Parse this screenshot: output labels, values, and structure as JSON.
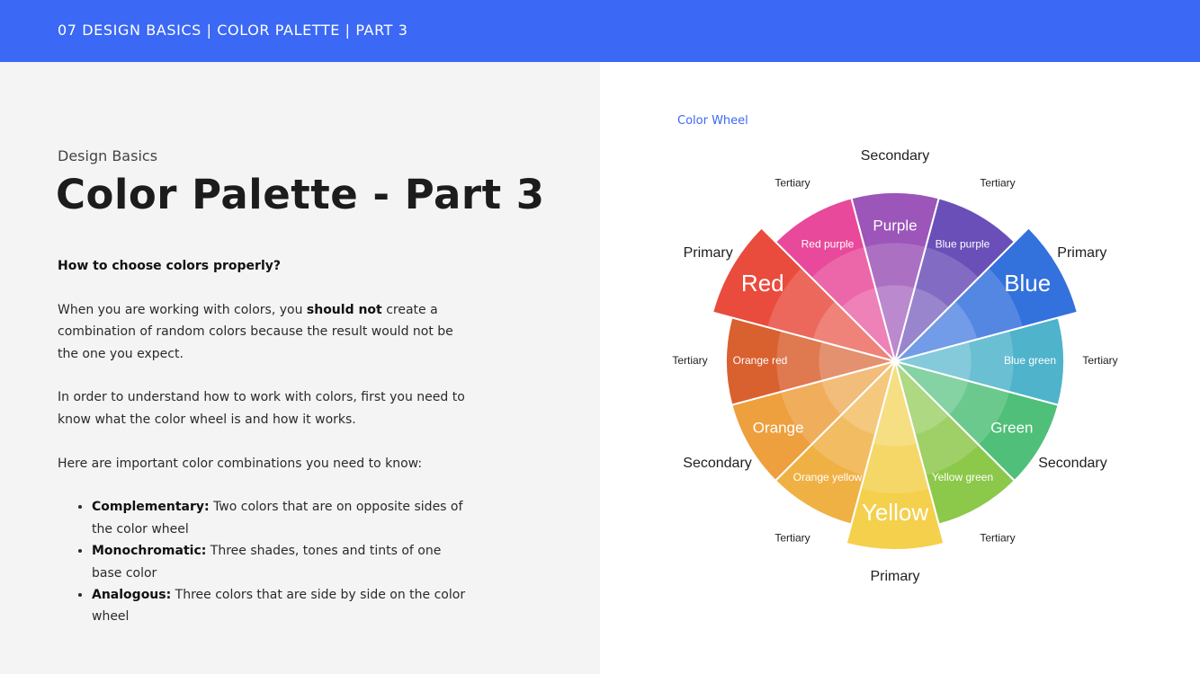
{
  "header": {
    "title": "07 DESIGN BASICS | COLOR PALETTE | PART 3"
  },
  "left": {
    "eyebrow": "Design Basics",
    "title": "Color Palette - Part 3",
    "question": "How to choose colors properly?",
    "p1": {
      "before": "When you are working with colors, you ",
      "bold": "should not",
      "after": " create a combination of random colors because the result would not be the one you expect."
    },
    "p2": "In order to understand how to work with colors, first you need to know what the color wheel is and how it works.",
    "p3": "Here are important color combinations you need to know:",
    "list": [
      {
        "term": "Complementary:",
        "text": " Two colors that are on opposite sides of the color wheel"
      },
      {
        "term": "Monochromatic:",
        "text": " Three shades, tones and tints of one base color"
      },
      {
        "term": "Analogous:",
        "text": " Three colors that are side by side on the color wheel"
      }
    ]
  },
  "wheel": {
    "heading": "Color Wheel",
    "segments": [
      {
        "name": "Yellow",
        "color": "#f4d04c",
        "kind": "Primary"
      },
      {
        "name": "Yellow green",
        "color": "#8cc84a",
        "kind": "Tertiary"
      },
      {
        "name": "Green",
        "color": "#4fbf79",
        "kind": "Secondary"
      },
      {
        "name": "Blue green",
        "color": "#4eb3cb",
        "kind": "Tertiary"
      },
      {
        "name": "Blue",
        "color": "#3371dd",
        "kind": "Primary"
      },
      {
        "name": "Blue purple",
        "color": "#6a4fb8",
        "kind": "Tertiary"
      },
      {
        "name": "Purple",
        "color": "#9c55b8",
        "kind": "Secondary"
      },
      {
        "name": "Red purple",
        "color": "#e9499a",
        "kind": "Tertiary"
      },
      {
        "name": "Red",
        "color": "#e94b3d",
        "kind": "Primary"
      },
      {
        "name": "Orange red",
        "color": "#d9602f",
        "kind": "Tertiary"
      },
      {
        "name": "Orange",
        "color": "#ee9f3e",
        "kind": "Secondary"
      },
      {
        "name": "Orange yellow",
        "color": "#f0b144",
        "kind": "Tertiary"
      }
    ]
  }
}
